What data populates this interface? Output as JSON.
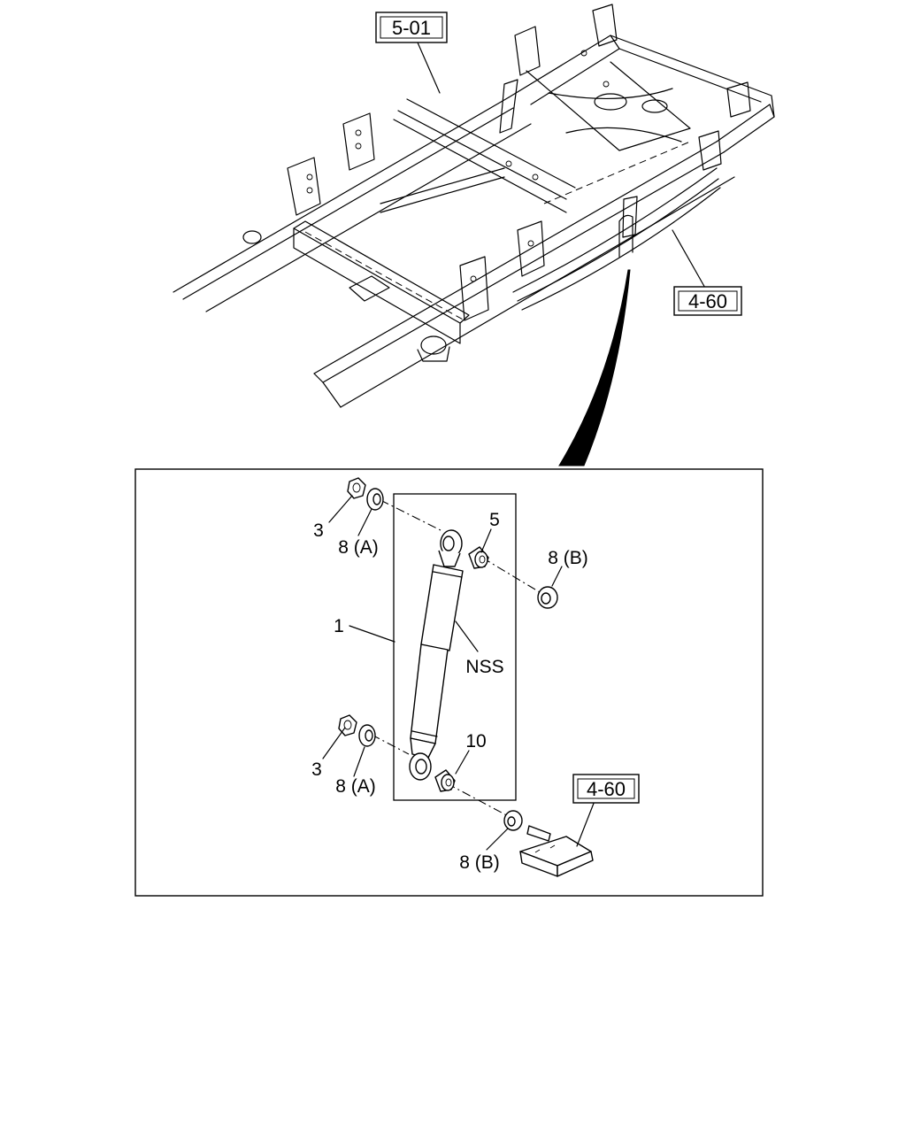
{
  "frame_refs": {
    "frame_ref": "5-01",
    "spring_ref": "4-60"
  },
  "detail": {
    "callouts": {
      "p1": "1",
      "p3_upper": "3",
      "p3_lower": "3",
      "p5": "5",
      "p10": "10",
      "p8a_upper": "8 (A)",
      "p8a_lower": "8 (A)",
      "p8b_upper": "8 (B)",
      "p8b_lower": "8 (B)",
      "nss": "NSS",
      "bracket_ref": "4-60"
    }
  }
}
